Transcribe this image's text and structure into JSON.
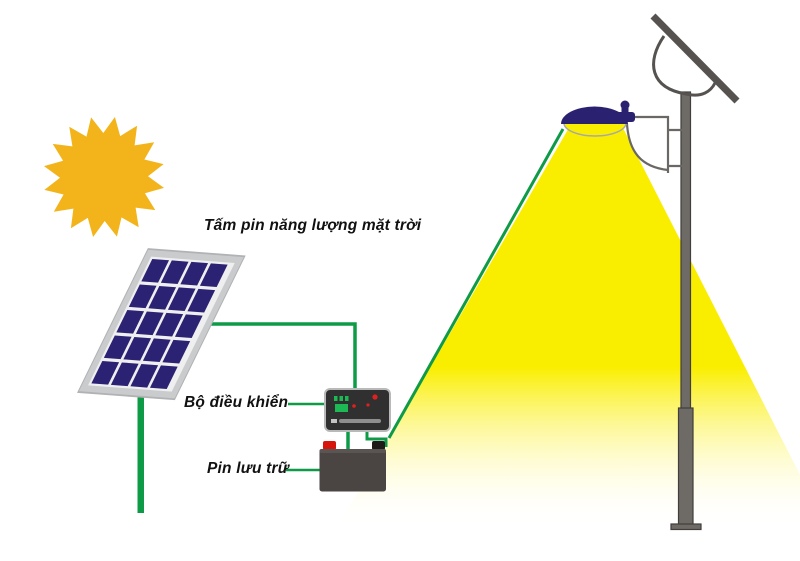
{
  "labels": {
    "solar_panel": "Tấm pin năng lượng mặt trời",
    "controller": "Bộ điều khiển",
    "battery": "Pin lưu trữ"
  },
  "panel": {
    "rows": 5,
    "cols": 4
  },
  "sun": {
    "spikes": 16
  },
  "colors": {
    "background": "#FFFFFF",
    "sun": "#F2B41A",
    "beam": "#FAEE00",
    "wire": "#0F9A48",
    "panel_frame": "#C9CBCD",
    "panel_cell": "#2B2273",
    "lamp": "#2A2170",
    "pole": "#6E6A66",
    "pole_outline": "#413E3B",
    "bar": "#565250",
    "battery_body": "#4A4542",
    "battery_pos": "#D6150C",
    "battery_neg": "#1E1A17",
    "controller_body": "#303030",
    "controller_border": "#B9B9B9",
    "label_text": "#111111"
  }
}
